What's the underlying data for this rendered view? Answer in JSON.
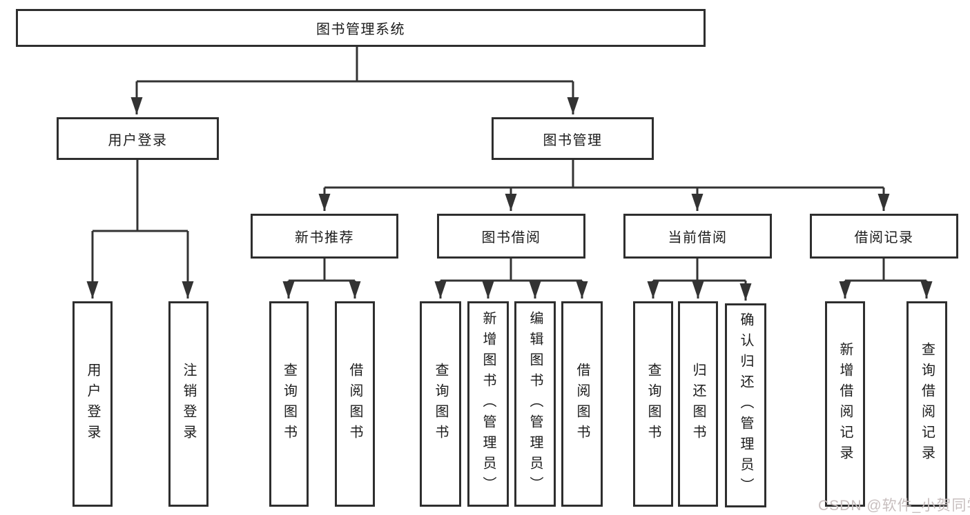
{
  "diagram_title": "图书管理系统",
  "tree": {
    "label": "图书管理系统",
    "children": [
      {
        "label": "用户登录",
        "children": [
          {
            "label": "用户登录"
          },
          {
            "label": "注销登录"
          }
        ]
      },
      {
        "label": "图书管理",
        "children": [
          {
            "label": "新书推荐",
            "children": [
              {
                "label": "查询图书"
              },
              {
                "label": "借阅图书"
              }
            ]
          },
          {
            "label": "图书借阅",
            "children": [
              {
                "label": "查询图书"
              },
              {
                "label": "新增图书（管理员）"
              },
              {
                "label": "编辑图书（管理员）"
              },
              {
                "label": "借阅图书"
              }
            ]
          },
          {
            "label": "当前借阅",
            "children": [
              {
                "label": "查询图书"
              },
              {
                "label": "归还图书"
              },
              {
                "label": "确认归还（管理员）"
              }
            ]
          },
          {
            "label": "借阅记录",
            "children": [
              {
                "label": "新增借阅记录"
              },
              {
                "label": "查询借阅记录"
              }
            ]
          }
        ]
      }
    ]
  },
  "watermark": "CSDN @软件_小贺同学",
  "colors": {
    "line": "#333333",
    "box_border": "#2e2e2e",
    "text": "#1c1c1c",
    "watermark": "#c7bebe",
    "background": "#ffffff"
  }
}
